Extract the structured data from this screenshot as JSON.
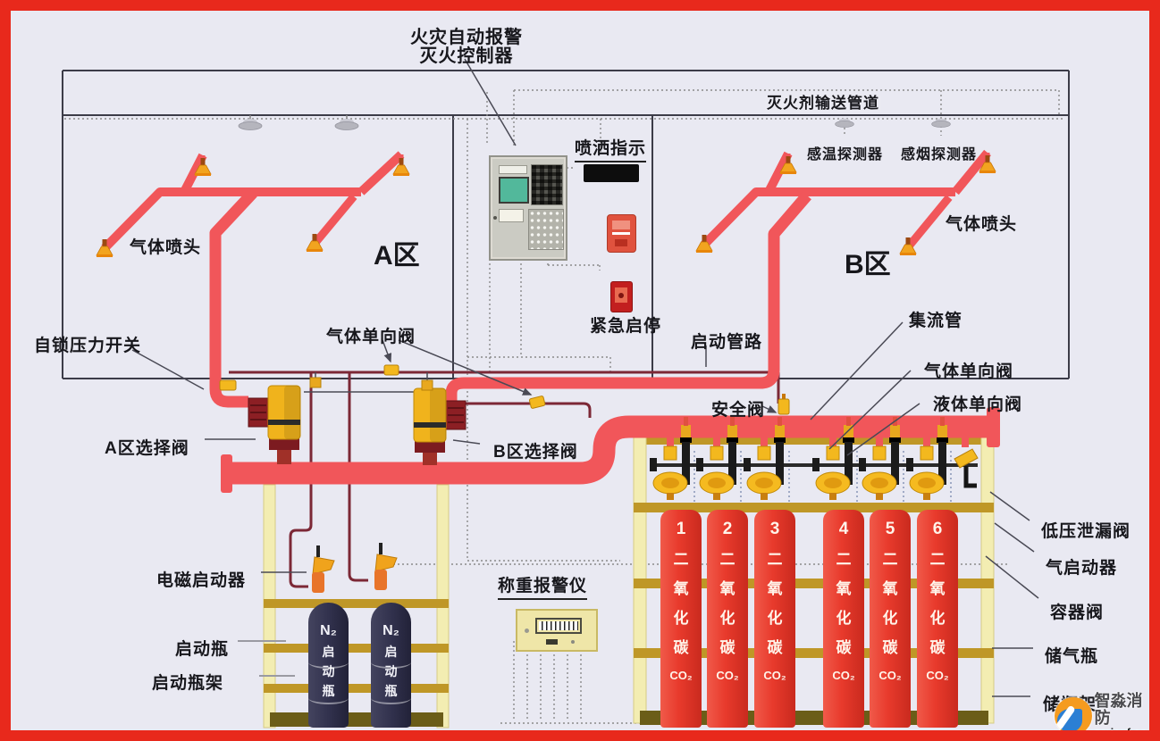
{
  "title": {
    "line1": "火灾自动报警",
    "line2": "灭火控制器"
  },
  "labels": {
    "spray_indicator": "喷洒指示",
    "emergency_stop": "紧急启停",
    "agent_pipe": "灭火剂输送管道",
    "heat_detector": "感温探测器",
    "smoke_detector": "感烟探测器",
    "gas_nozzle_a": "气体喷头",
    "gas_nozzle_b": "气体喷头",
    "zone_a": "A区",
    "zone_b": "B区",
    "pressure_switch": "自锁压力开关",
    "gas_check_valve_left": "气体单向阀",
    "start_pipeline": "启动管路",
    "manifold": "集流管",
    "gas_check_valve_right": "气体单向阀",
    "liquid_check_valve": "液体单向阀",
    "safety_valve": "安全阀",
    "selector_valve_a": "A区选择阀",
    "selector_valve_b": "B区选择阀",
    "solenoid_actuator": "电磁启动器",
    "start_bottle": "启动瓶",
    "start_bottle_rack": "启动瓶架",
    "weighing_alarm": "称重报警仪",
    "low_pressure_leak_valve": "低压泄漏阀",
    "gas_starter": "气启动器",
    "container_valve": "容器阀",
    "storage_cylinder": "储气瓶",
    "cylinder_rack": "储瓶架"
  },
  "cylinders": {
    "items": [
      {
        "num": "1"
      },
      {
        "num": "2"
      },
      {
        "num": "3"
      },
      {
        "num": "4"
      },
      {
        "num": "5"
      },
      {
        "num": "6"
      }
    ],
    "chars": [
      "二",
      "氧",
      "化",
      "碳"
    ],
    "co2_label": "CO₂"
  },
  "n2_bottles": {
    "gas": "N₂",
    "chars": [
      "启",
      "动",
      "瓶"
    ]
  },
  "watermark": {
    "name": "智淼消防",
    "site": "zmjaxf.com"
  },
  "colors": {
    "border_red": "#e8291c",
    "pipe_red": "#f1565a",
    "pilot_maroon": "#7c2836",
    "valve_yellow": "#f0b31c",
    "flange_dark_red": "#8c1f24",
    "cylinder_red": "#e83a2c",
    "bottle_navy": "#30304c",
    "rack_gold": "#bf9727",
    "rack_pale": "#f3edb2"
  }
}
